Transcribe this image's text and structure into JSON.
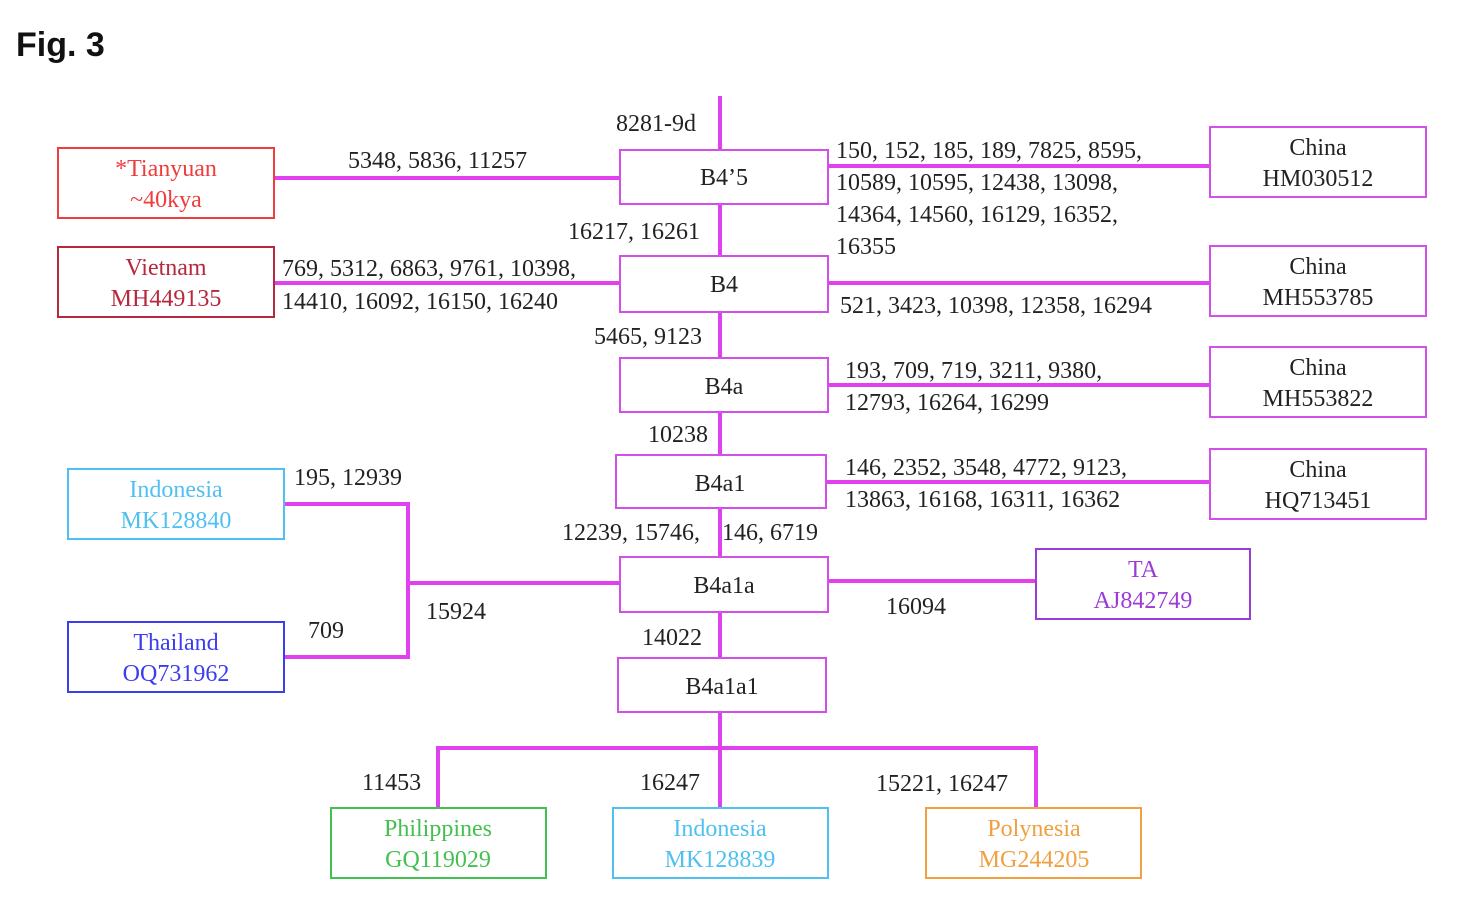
{
  "figure": {
    "title": "Fig. 3"
  },
  "colors": {
    "edge": "#e040f0",
    "haplogroup": "#d050e8",
    "red": "#f03c3c",
    "darkred": "#b8283c",
    "lightblue": "#50c0f0",
    "blue": "#3c3cf0",
    "purple": "#9a3cd8",
    "green": "#44c050",
    "orange": "#f0a040"
  },
  "nodes": {
    "b45": "B4’5",
    "b4": "B4",
    "b4a": "B4a",
    "b4a1": "B4a1",
    "b4a1a": "B4a1a",
    "b4a1a1": "B4a1a1",
    "tianyuan": {
      "line1": "*Tianyuan",
      "line2": "~40kya"
    },
    "vietnam": {
      "line1": "Vietnam",
      "line2": "MH449135"
    },
    "china1": {
      "line1": "China",
      "line2": "HM030512"
    },
    "china2": {
      "line1": "China",
      "line2": "MH553785"
    },
    "china3": {
      "line1": "China",
      "line2": "MH553822"
    },
    "china4": {
      "line1": "China",
      "line2": "HQ713451"
    },
    "indonesia1": {
      "line1": "Indonesia",
      "line2": "MK128840"
    },
    "thailand": {
      "line1": "Thailand",
      "line2": "OQ731962"
    },
    "ta": {
      "line1": "TA",
      "line2": "AJ842749"
    },
    "philippines": {
      "line1": "Philippines",
      "line2": "GQ119029"
    },
    "indonesia2": {
      "line1": "Indonesia",
      "line2": "MK128839"
    },
    "polynesia": {
      "line1": "Polynesia",
      "line2": "MG244205"
    }
  },
  "mutations": {
    "top": "8281-9d",
    "tianyuan": "5348, 5836, 11257",
    "china1": [
      "150, 152, 185, 189, 7825, 8595,",
      "10589, 10595, 12438, 13098,",
      "14364, 14560, 16129, 16352,",
      "16355"
    ],
    "b45_b4": "16217, 16261",
    "vietnam": [
      "769, 5312, 6863, 9761, 10398,",
      "14410, 16092, 16150, 16240"
    ],
    "china2": "521, 3423, 10398, 12358, 16294",
    "b4_b4a": "5465, 9123",
    "china3": [
      "193, 709, 719, 3211, 9380,",
      "12793, 16264, 16299"
    ],
    "b4a_b4a1": "10238",
    "china4": [
      "146, 2352, 3548, 4772, 9123,",
      "13863, 16168, 16311, 16362"
    ],
    "b4a1_b4a1a_left": "12239, 15746,",
    "b4a1_b4a1a_right": "146, 6719",
    "indonesia1": "195, 12939",
    "sea_stem": "15924",
    "thailand": "709",
    "ta": "16094",
    "b4a1a_b4a1a1": "14022",
    "philippines": "11453",
    "indonesia2": "16247",
    "polynesia": "15221, 16247"
  }
}
